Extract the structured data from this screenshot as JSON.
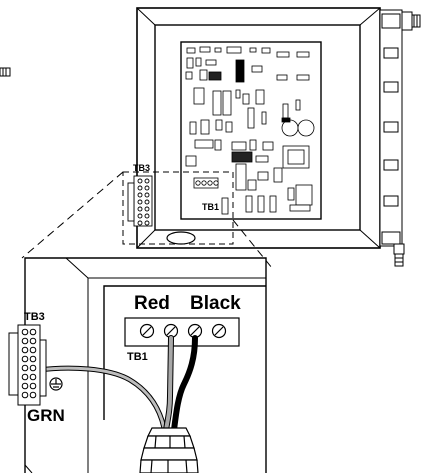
{
  "figure": {
    "top_view": {
      "tb3_label": "TB3",
      "tb1_label": "TB1"
    },
    "detail_view": {
      "tb3_label": "TB3",
      "tb1_label": "TB1",
      "wire_red_label": "Red",
      "wire_black_label": "Black",
      "ground_label": "GRN"
    }
  }
}
